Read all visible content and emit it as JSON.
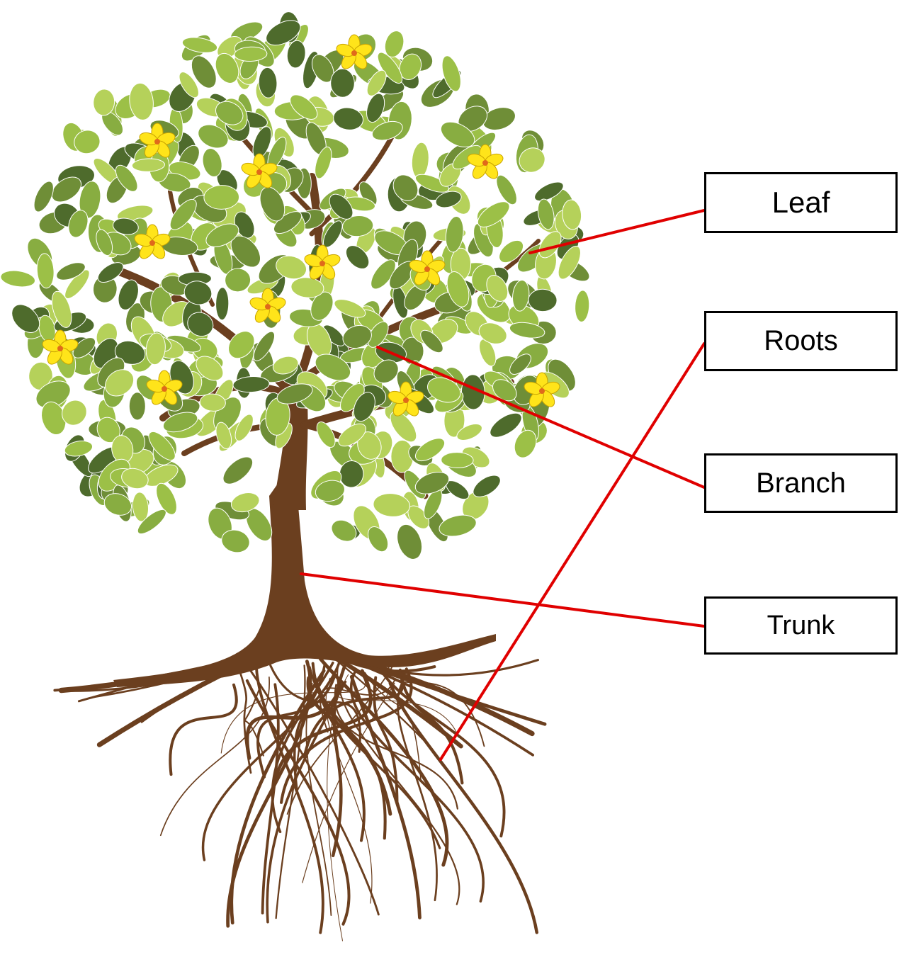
{
  "labels": {
    "leaf": "Leaf",
    "roots": "Roots",
    "branch": "Branch",
    "trunk": "Trunk"
  },
  "colors": {
    "leader_line": "#e00000",
    "leaf_light": "#9cc047",
    "leaf_dark": "#4e6b2c",
    "bark": "#6b3f1f",
    "flower": "#ffe41a"
  }
}
